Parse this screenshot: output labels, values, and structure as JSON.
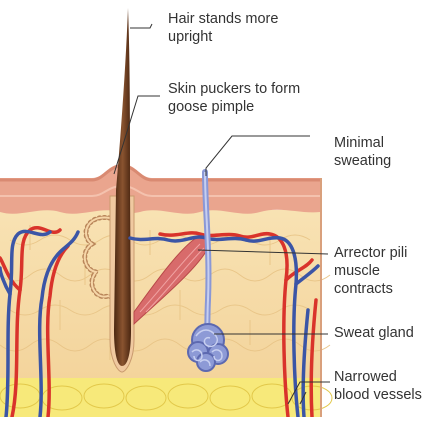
{
  "labels": {
    "hair": "Hair stands more\nupright",
    "skin": "Skin puckers to form\ngoose pimple",
    "sweating": "Minimal\nsweating",
    "arrector": "Arrector pili\nmuscle\ncontracts",
    "gland": "Sweat gland",
    "vessels": "Narrowed\nblood vessels"
  },
  "colors": {
    "epidermis": "#e9a58f",
    "dermis": "#f6dba6",
    "fat": "#f6e76e",
    "hair": "#6b3b1e",
    "artery": "#d9332b",
    "vein": "#3b55a6",
    "gland": "#8d9ad6",
    "muscle": "#d66a6a",
    "leader": "#333333"
  }
}
